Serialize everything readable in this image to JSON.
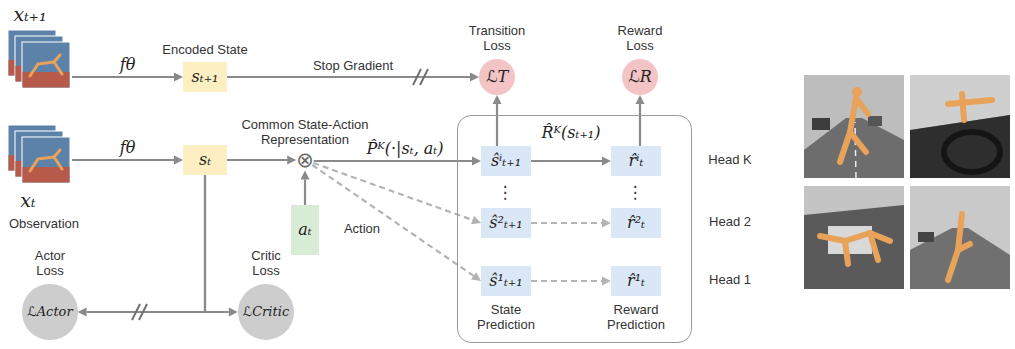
{
  "diagram": {
    "nodes": [
      {
        "text": [
          "xₜ₊₁"
        ]
      },
      {
        "text": [
          "Encoded State",
          "sₜ₊₁"
        ]
      },
      {
        "text": [
          "Transition Loss",
          "ℒT"
        ]
      },
      {
        "text": [
          "Reward Loss",
          "ℒR"
        ]
      },
      {
        "text": [
          "xₜ",
          "Observation"
        ]
      },
      {
        "text": [
          "sₜ"
        ]
      },
      {
        "text": [
          "Common State-Action Representation",
          "⊗"
        ]
      },
      {
        "text": [
          "aₜ",
          "Action"
        ]
      },
      {
        "text": [
          "State Prediction",
          "Reward Prediction"
        ]
      },
      {
        "text": [
          "ŝⁱₜ₊₁"
        ],
        "in": 8
      },
      {
        "text": [
          "r̂ⁱₜ"
        ],
        "in": 8
      },
      {
        "text": [
          "ŝ²ₜ₊₁"
        ],
        "in": 8
      },
      {
        "text": [
          "r̂²ₜ"
        ],
        "in": 8
      },
      {
        "text": [
          "ŝ¹ₜ₊₁"
        ],
        "in": 8
      },
      {
        "text": [
          "r̂¹ₜ"
        ],
        "in": 8
      },
      {
        "text": [
          "Actor Loss",
          "ℒActor"
        ]
      },
      {
        "text": [
          "Critic Loss",
          "ℒCritic"
        ]
      }
    ],
    "edges": [
      {
        "from": 0,
        "to": 1,
        "label": "fθ",
        "arrow": "to"
      },
      {
        "from": 1,
        "to": 2,
        "label": "Stop Gradient",
        "arrow": "to"
      },
      {
        "from": 4,
        "to": 5,
        "label": "fθ",
        "arrow": "to"
      },
      {
        "from": 5,
        "to": 6,
        "arrow": "to"
      },
      {
        "from": 7,
        "to": 6,
        "arrow": "to"
      },
      {
        "from": 6,
        "to": 9,
        "label": "P̂ᴷ(·|sₜ, aₜ)",
        "arrow": "to"
      },
      {
        "from": 6,
        "to": 11,
        "arrow": "to"
      },
      {
        "from": 6,
        "to": 13,
        "arrow": "to"
      },
      {
        "from": 9,
        "to": 10,
        "label": "R̂ᴷ(sₜ₊₁)",
        "arrow": "to"
      },
      {
        "from": 11,
        "to": 12,
        "arrow": "to"
      },
      {
        "from": 13,
        "to": 14,
        "arrow": "to"
      },
      {
        "from": 9,
        "to": 2,
        "arrow": "to"
      },
      {
        "from": 10,
        "to": 3,
        "arrow": "to"
      },
      {
        "from": 5,
        "to": 15,
        "arrow": "to"
      },
      {
        "from": 5,
        "to": 16,
        "arrow": "to"
      }
    ],
    "labels": [
      "Head K",
      "Head 2",
      "Head 1",
      "⋮",
      "⋮"
    ]
  }
}
